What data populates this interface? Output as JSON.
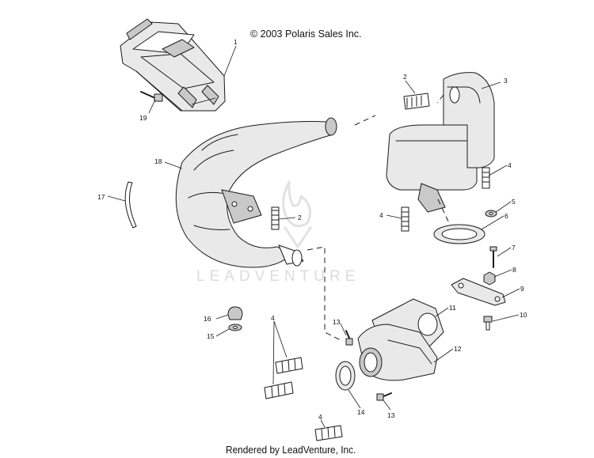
{
  "copyright": "© 2003 Polaris Sales Inc.",
  "footer": "Rendered by LeadVenture, Inc.",
  "watermark": "LEADVENTURE",
  "callouts": [
    "1",
    "2",
    "2",
    "3",
    "4",
    "4",
    "4",
    "4",
    "5",
    "6",
    "7",
    "8",
    "9",
    "10",
    "11",
    "12",
    "13",
    "13",
    "14",
    "15",
    "16",
    "17",
    "18",
    "19"
  ],
  "colors": {
    "ink": "#1a1a1a",
    "part_fill": "#e9e9e9",
    "part_shade": "#c9c9c9",
    "watermark": "#dcdcdc"
  }
}
